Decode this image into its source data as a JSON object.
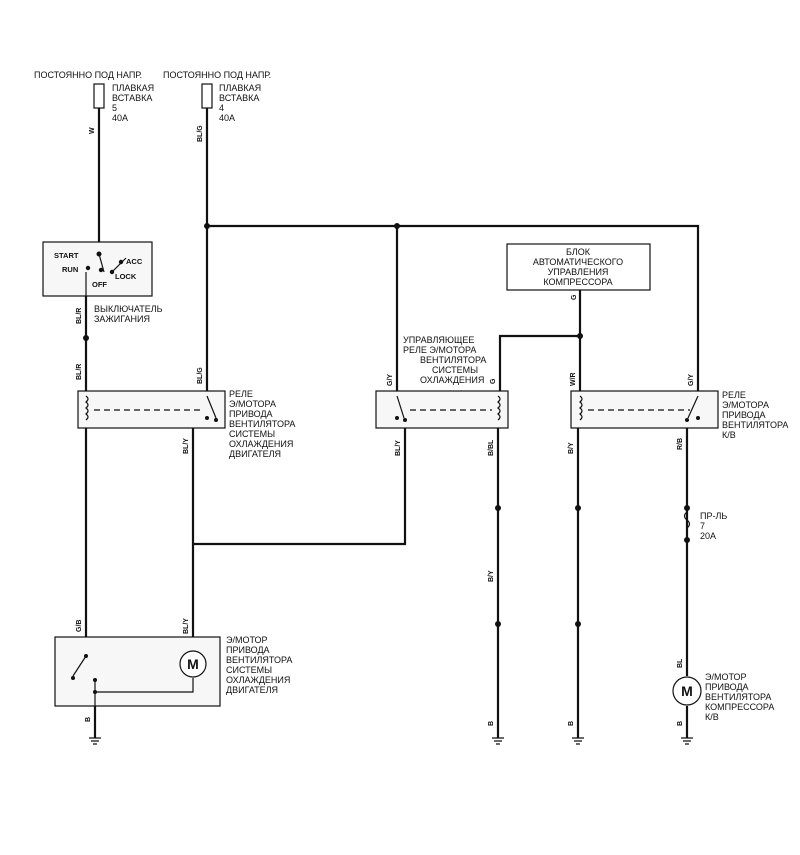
{
  "supplies": [
    {
      "text": "ПОСТОЯННО ПОД НАПР."
    },
    {
      "text": "ПОСТОЯННО ПОД НАПР."
    }
  ],
  "fusible_links": [
    {
      "lines": [
        "ПЛАВКАЯ",
        "ВСТАВКА",
        "5",
        "40A"
      ]
    },
    {
      "lines": [
        "ПЛАВКАЯ",
        "ВСТАВКА",
        "4",
        "40A"
      ]
    }
  ],
  "ignition_switch": {
    "positions": [
      "START",
      "RUN",
      "OFF",
      "LOCK",
      "ACC"
    ],
    "lines": [
      "ВЫКЛЮЧАТЕЛЬ",
      "ЗАЖИГАНИЯ"
    ]
  },
  "engine_fan_relay": {
    "lines": [
      "РЕЛЕ",
      "Э/МОТОРА",
      "ПРИВОДА",
      "ВЕНТИЛЯТОРА",
      "СИСТЕМЫ",
      "ОХЛАЖДЕНИЯ",
      "ДВИГАТЕЛЯ"
    ]
  },
  "control_relay": {
    "lines": [
      "УПРАВЛЯЮЩЕЕ",
      "РЕЛЕ Э/МОТОРА",
      "ВЕНТИЛЯТОРА",
      "СИСТЕМЫ",
      "ОХЛАЖДЕНИЯ"
    ]
  },
  "ac_control_unit": {
    "lines": [
      "БЛОК",
      "АВТОМАТИЧЕСКОГО",
      "УПРАВЛЕНИЯ",
      "КОМПРЕССОРА"
    ]
  },
  "ac_fan_relay": {
    "lines": [
      "РЕЛЕ",
      "Э/МОТОРА",
      "ПРИВОДА",
      "ВЕНТИЛЯТОРА",
      "К/В"
    ]
  },
  "fuse": {
    "lines": [
      "ПР-ЛЬ",
      "7",
      "20A"
    ]
  },
  "engine_fan_motor": {
    "symbol": "M",
    "lines": [
      "Э/МОТОР",
      "ПРИВОДА",
      "ВЕНТИЛЯТОРА",
      "СИСТЕМЫ",
      "ОХЛАЖДЕНИЯ",
      "ДВИГАТЕЛЯ"
    ]
  },
  "ac_fan_motor": {
    "symbol": "M",
    "lines": [
      "Э/МОТОР",
      "ПРИВОДА",
      "ВЕНТИЛЯТОРА",
      "КОМПРЕССОРА",
      "К/В"
    ]
  },
  "wire_colors": {
    "w1": "W",
    "w2": "BL/G",
    "w3": "BL/R",
    "w4": "BL/R",
    "w5": "BL/G",
    "w6": "BL/Y",
    "w7": "G/B",
    "w8": "BL/Y",
    "w9": "G/Y",
    "w10": "G",
    "w11": "BL/Y",
    "w12": "B/BL",
    "w13": "B/Y",
    "w14": "G",
    "w15": "W/R",
    "w16": "B/Y",
    "w17": "G/Y",
    "w18": "R/B",
    "w19": "BL",
    "w20": "B",
    "w21": "B",
    "w22": "B",
    "w23": "B"
  }
}
